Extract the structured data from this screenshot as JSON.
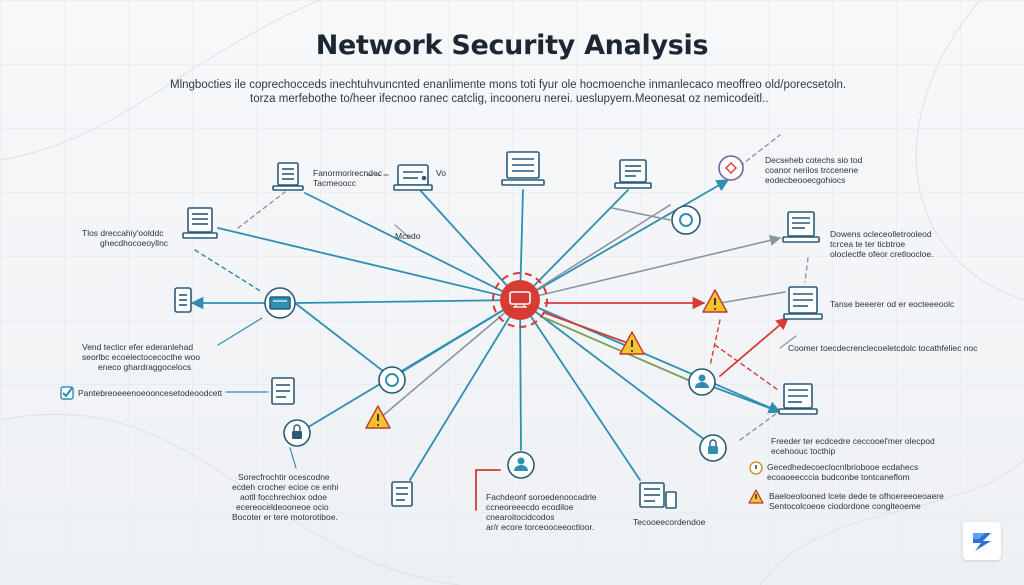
{
  "title": "Network Security Analysis",
  "subtitle": [
    "Mlngbocties ile coprechocceds inechtuhvuncnted enanlimente mons toti fyur ole hocmoenche inmanlecaco meoffreo old/porecsetoln.",
    "torza merfebothe to/heer ifecnoo ranec catclig, incooneru nerei. ueslupyem.Meonesat oz nemicodeitl.."
  ],
  "labels": {
    "top_device_2": [
      "Fanormorirecndec",
      "Tacmeoocc"
    ],
    "top_device_2_side": "Vo",
    "left_1": [
      "Tlos dreccahiy'oolddc",
      "ghecdhocoeoyllnc"
    ],
    "mid_label": "Mcedo",
    "left_2": [
      "Vend tecticr efer ederanlehad",
      "seorlbc ecoelectocecocthe woo",
      "eneco ghardraggocelocs"
    ],
    "left_check": "Pantebreoeeenoeooncesetodeoodcett",
    "bottom_left": [
      "Sorecfrochtir ocescodne",
      "ecdeh crocher ecioe ce enhi",
      "aotll focchrechiox odoe",
      "ecereoceldeooneoe ocio",
      "Bocoter er tere motorotiboe."
    ],
    "bottom_center": [
      "Fachdeonf soroedenoocadrle",
      "ccneoreeecdo ecodiloe",
      "cnearoitocidcodos",
      "ar/r ecore torceooceeoctloor."
    ],
    "bottom_right_device": "Tecooeecordendoe",
    "top_right_1": [
      "Decseheb cotechs sio tod",
      "coanor nerilos trccenene",
      "eodecbeooecgohiocs"
    ],
    "right_1": [
      "Dowens ocleceolletrooleod",
      "tcrcea te ter ticbtroe",
      "oloclectfe ofeor cretloocloe."
    ],
    "right_2": "Tanse beeerer od er eocteeeoolc",
    "right_3": "Coomer toecdecrenclecoeletcdolc tocathfeliec noc",
    "right_4": [
      "Freeder ter ecdcedre ceccooel'mer olecpod",
      "ecehoouc tocthip"
    ],
    "right_5": [
      "Gecedhedecoeclocnlbriobooe ecdahecs",
      "ecoaoeecccia budconbe tontcaneflom"
    ],
    "right_6": [
      "Baeloeolooned lcete dede te ofhoereeoeoaere",
      "Sentocolcoeoe ciodordone conglteoeme"
    ]
  },
  "colors": {
    "link_blue": "#2f8fb3",
    "alert_red": "#d63b34",
    "link_gray": "#8c959e",
    "link_green": "#7a9d5c",
    "warning_yellow": "#f4c430",
    "icon_stroke": "#2a5a7a"
  },
  "icons": {
    "hub": "router-hub-icon",
    "warning": "warning-icon",
    "lock": "lock-icon",
    "user": "user-icon",
    "check": "checkmark-icon",
    "logo": "brand-logo-icon"
  }
}
